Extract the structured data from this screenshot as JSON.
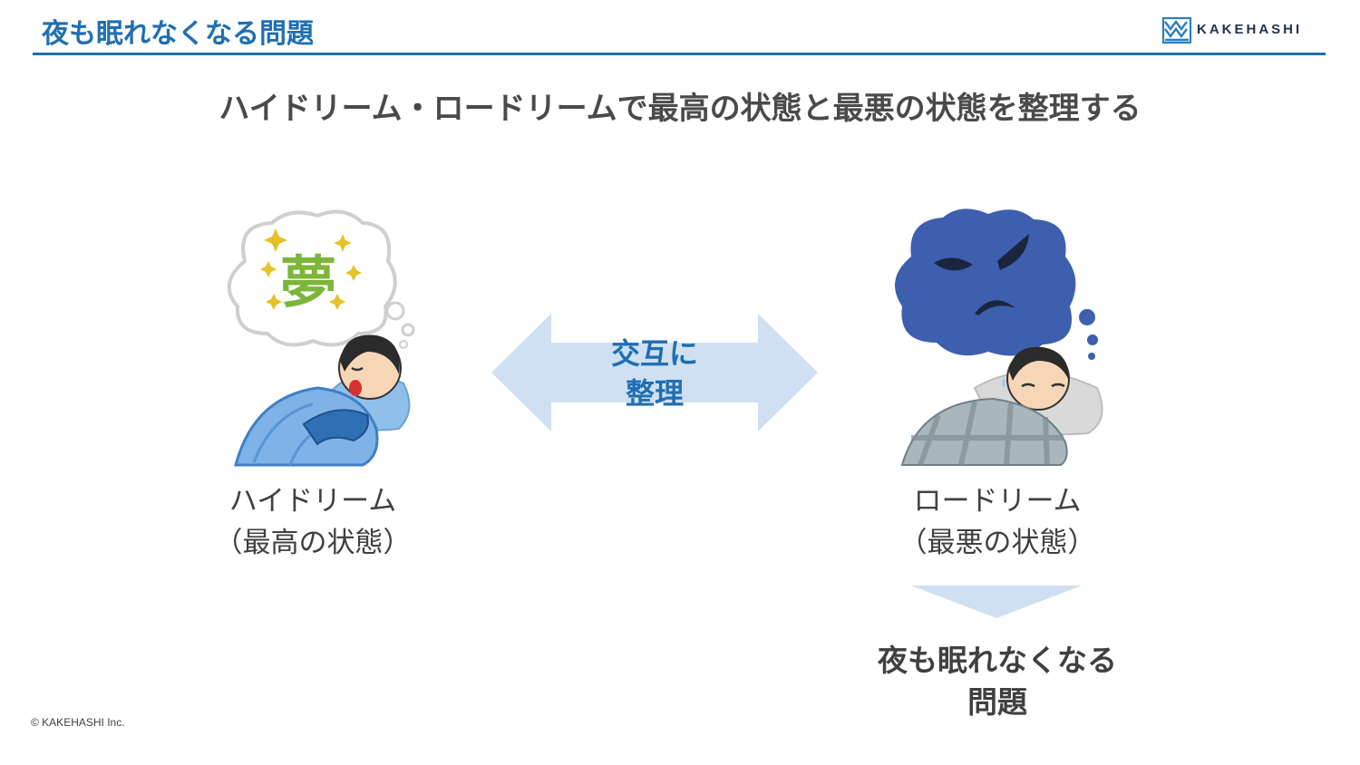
{
  "header": {
    "title": "夜も眠れなくなる問題",
    "logo_text": "KAKEHASHI"
  },
  "subtitle": "ハイドリーム・ロードリームで最高の状態と最悪の状態を整理する",
  "high_dream": {
    "illustration_text": "夢",
    "label_line1": "ハイドリーム",
    "label_line2": "（最高の状態）"
  },
  "arrow": {
    "line1": "交互に",
    "line2": "整理"
  },
  "low_dream": {
    "label_line1": "ロードリーム",
    "label_line2": "（最悪の状態）"
  },
  "result": {
    "line1": "夜も眠れなくなる",
    "line2": "問題"
  },
  "footer": {
    "copyright": "© KAKEHASHI Inc."
  },
  "colors": {
    "accent": "#1f6fb2",
    "arrow_fill": "#cfe0f3",
    "text": "#404040"
  }
}
